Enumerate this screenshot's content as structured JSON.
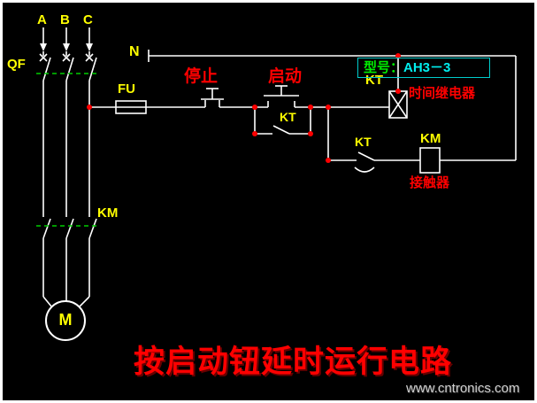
{
  "colors": {
    "background": "#000000",
    "wire": "#ffffff",
    "label_yellow": "#ffff00",
    "accent_red": "#ff0000",
    "linkage_green": "#00cc00",
    "model_green": "#00ee00",
    "model_cyan": "#00eeee",
    "watermark_gray": "#e6e6e6"
  },
  "phases": {
    "a": "A",
    "b": "B",
    "c": "C",
    "neutral": "N"
  },
  "components": {
    "breaker": "QF",
    "fuse": "FU",
    "stop_button": "停止",
    "start_button": "启动",
    "kt_aux_contact": "KT",
    "kt_coil": "KT",
    "kt_coil_desc": "时间继电器",
    "kt_timed_contact": "KT",
    "km_coil": "KM",
    "km_coil_desc": "接触器",
    "km_main_contacts": "KM",
    "motor": "M"
  },
  "model": {
    "label": "型号：",
    "value": "AH3－3"
  },
  "title": "按启动钮延时运行电路",
  "watermark": "www.cntronics.com"
}
